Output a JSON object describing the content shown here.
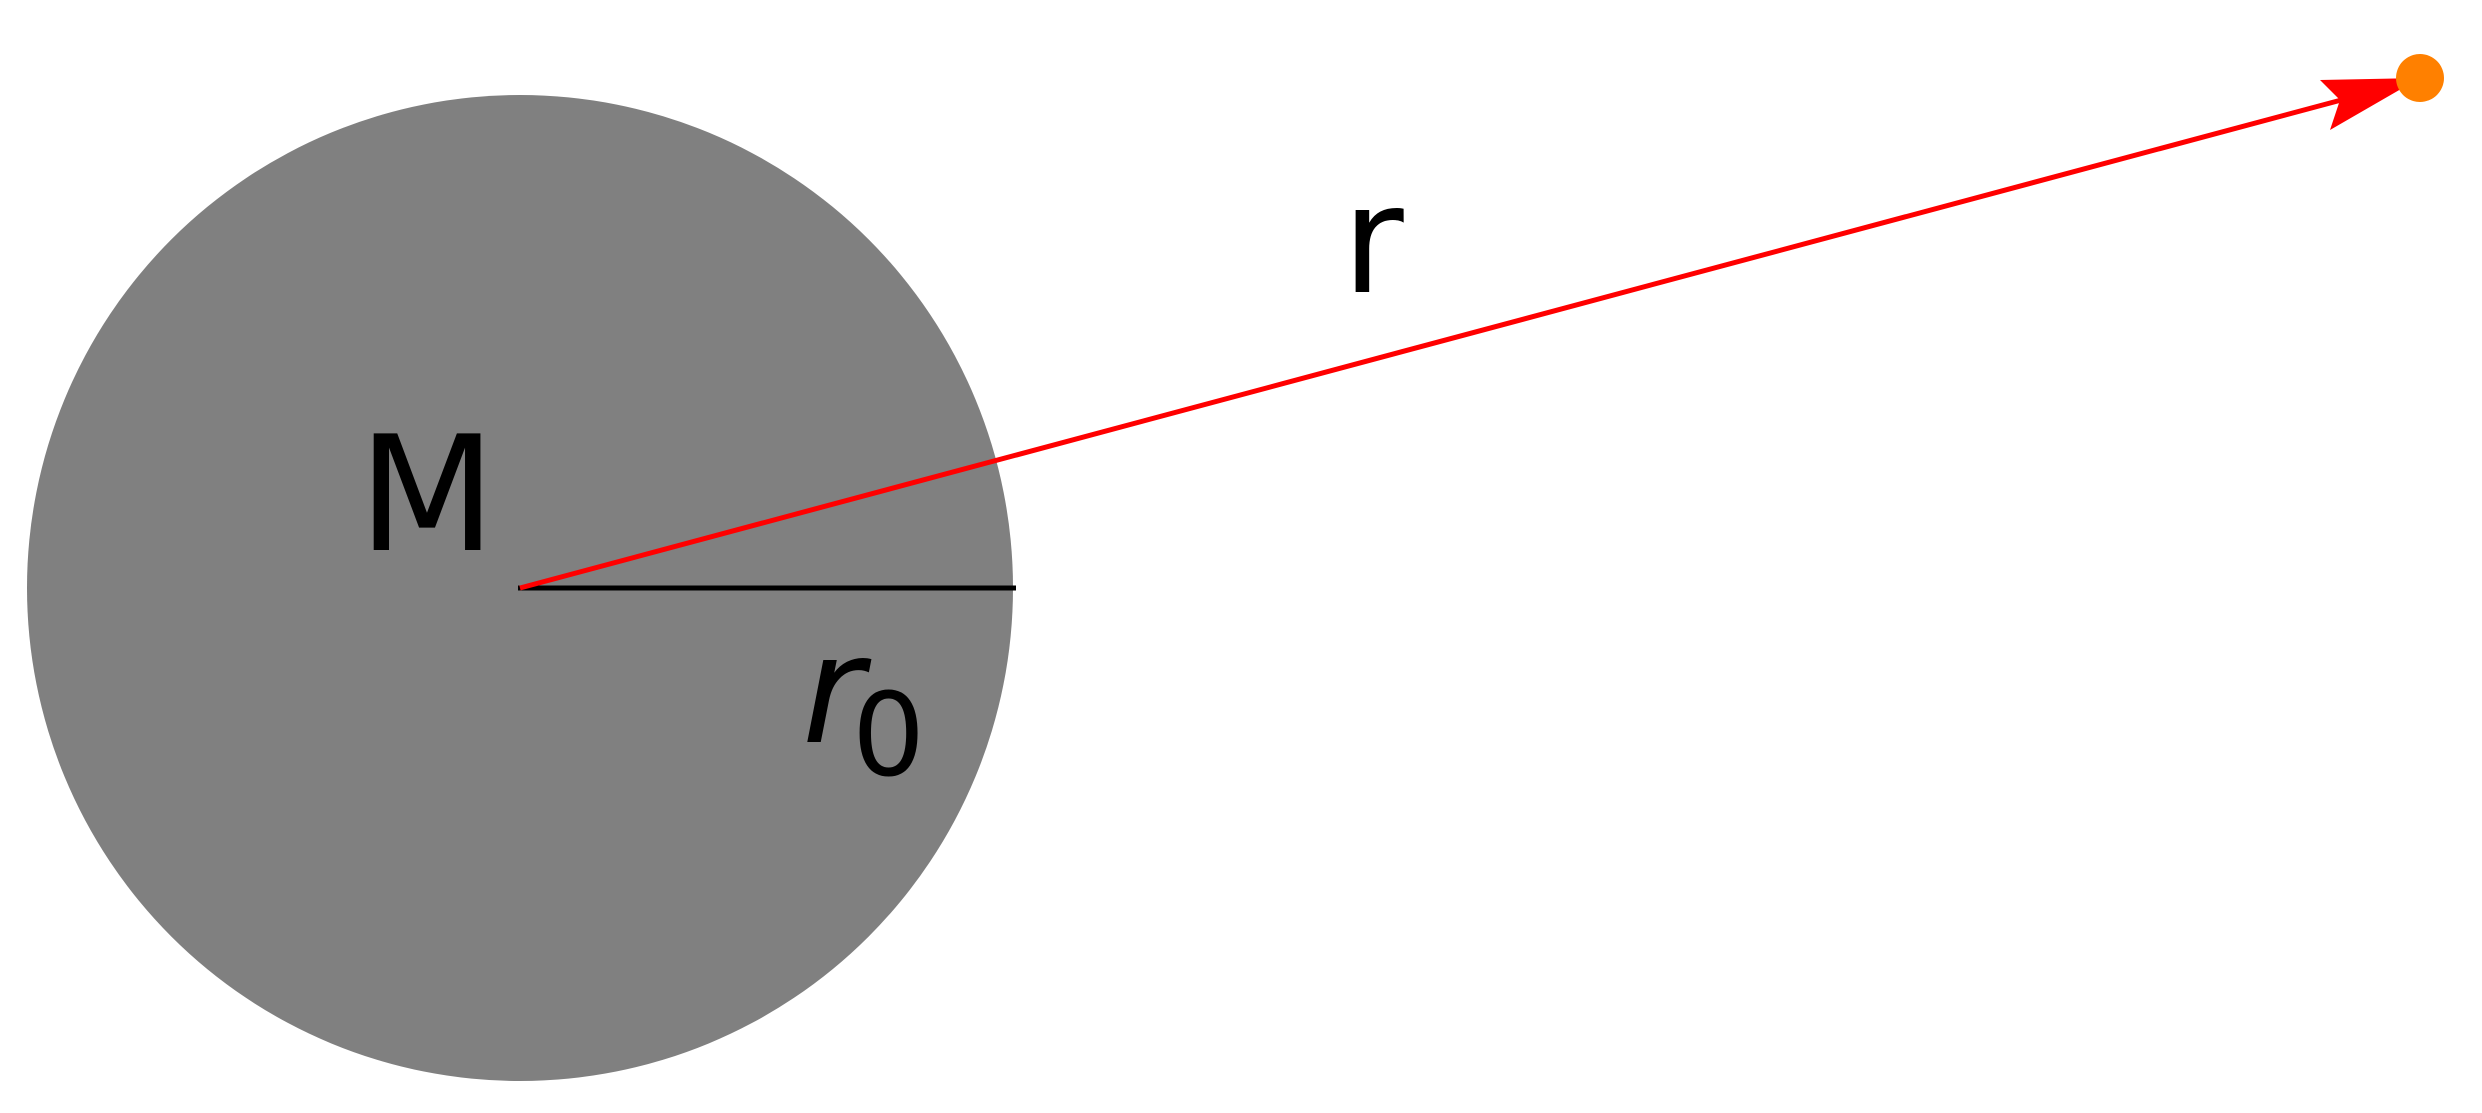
{
  "diagram": {
    "mass_label": "M",
    "radius_label_main": "r",
    "radius_label_sub": "0",
    "distance_label": "r"
  },
  "colors": {
    "body_fill": "#808080",
    "vector_color": "#ff0000",
    "particle_color": "#ff8000",
    "radius_line_color": "#000000",
    "background": "#ffffff"
  }
}
